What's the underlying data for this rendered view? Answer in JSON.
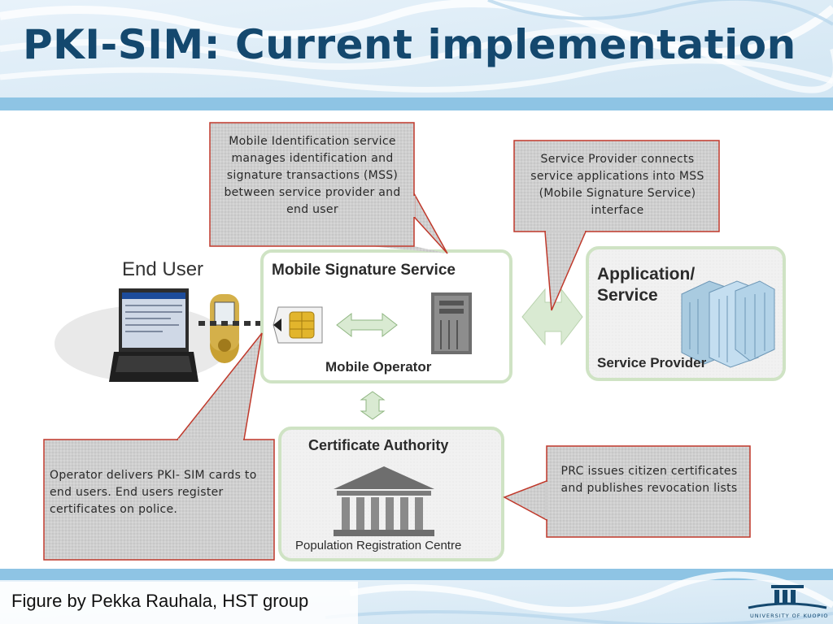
{
  "slide": {
    "title": "PKI-SIM: Current implementation",
    "caption": "Figure by Pekka Rauhala, HST group"
  },
  "diagram": {
    "end_user_label": "End User",
    "mobile_service": {
      "title": "Mobile Signature Service",
      "operator_label": "Mobile Operator"
    },
    "application": {
      "title_line1": "Application/",
      "title_line2": "Service",
      "provider_label": "Service Provider"
    },
    "certificate_authority": {
      "title": "Certificate Authority",
      "subtitle": "Population Registration Centre"
    },
    "callouts": {
      "mss": "Mobile Identification service manages identification and signature transactions (MSS) between service provider and end user",
      "provider": "Service Provider connects service applications into MSS (Mobile Signature Service) interface",
      "operator": "Operator delivers PKI- SIM cards to end users. End users register certificates on police.",
      "prc": "PRC issues citizen certificates and publishes revocation lists"
    }
  },
  "logo": {
    "text": "UNIVERSITY OF KUOPIO"
  },
  "colors": {
    "title": "#14486e",
    "band": "#8ec4e4",
    "box_border": "#cfe3c4",
    "arrow_fill": "#d9ead2",
    "callout_border": "#c0392b",
    "callout_fill": "#cdcdcd"
  }
}
